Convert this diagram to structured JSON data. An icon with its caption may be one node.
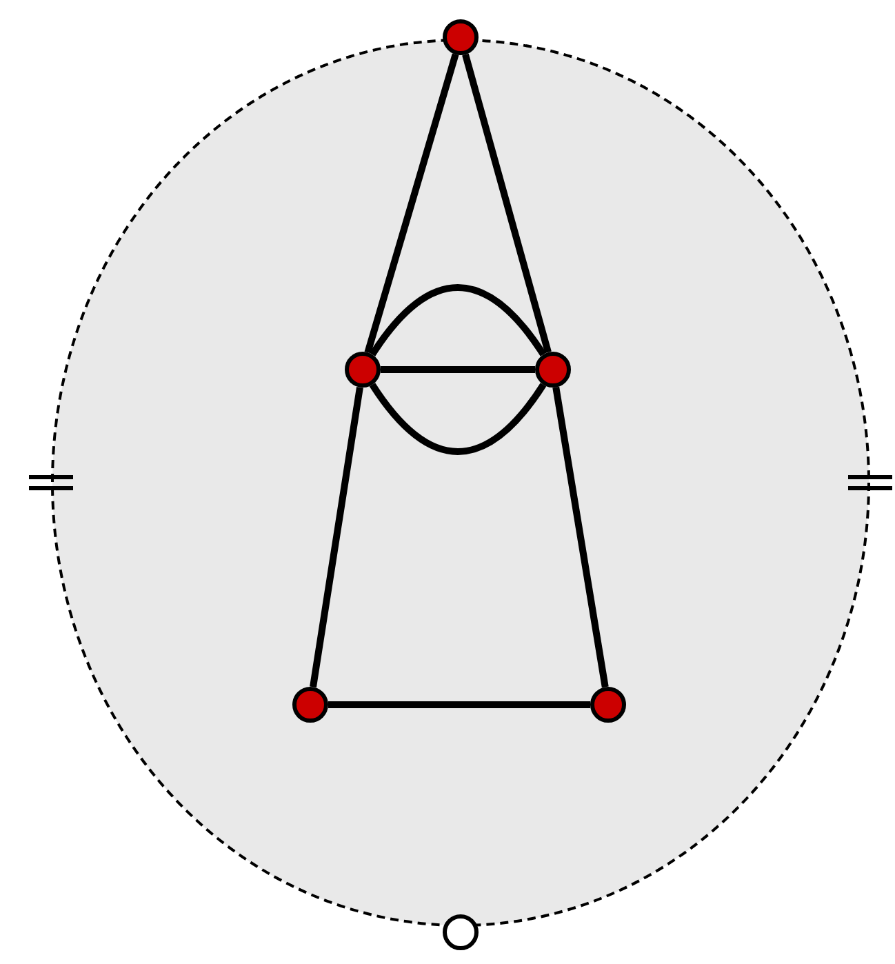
{
  "diagram": {
    "nodes": [
      {
        "text": [],
        "shape": "circle"
      },
      {
        "text": [],
        "shape": "circle"
      },
      {
        "text": [],
        "shape": "circle",
        "in": 0
      },
      {
        "text": [],
        "shape": "circle",
        "in": 0
      },
      {
        "text": [],
        "shape": "circle",
        "in": 0
      },
      {
        "text": [],
        "shape": "circle",
        "in": 0
      },
      {
        "text": [],
        "shape": "circle"
      }
    ],
    "edges": [
      {
        "from": 1,
        "to": 2,
        "arrow": "none"
      },
      {
        "from": 1,
        "to": 3,
        "arrow": "none"
      },
      {
        "from": 2,
        "to": 3,
        "arrow": "none"
      },
      {
        "from": 2,
        "to": 3,
        "arrow": "none"
      },
      {
        "from": 2,
        "to": 3,
        "arrow": "none"
      },
      {
        "from": 2,
        "to": 4,
        "arrow": "none"
      },
      {
        "from": 3,
        "to": 5,
        "arrow": "none"
      },
      {
        "from": 4,
        "to": 5,
        "arrow": "none"
      }
    ]
  }
}
